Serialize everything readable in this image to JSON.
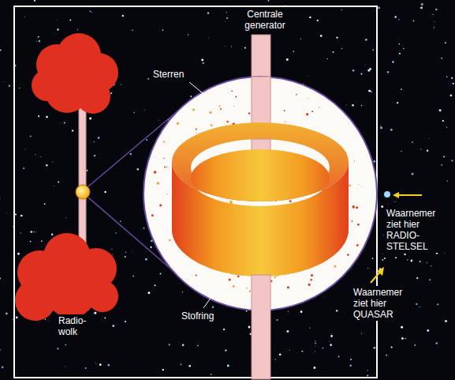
{
  "diagram": {
    "labels": [
      "Centrale generator",
      "Sterren",
      "Stofring",
      "Radio-wolk",
      "Waarnemer ziet hier RADIO-STELSEL",
      "Waarnemer ziet hier QUASAR"
    ]
  }
}
